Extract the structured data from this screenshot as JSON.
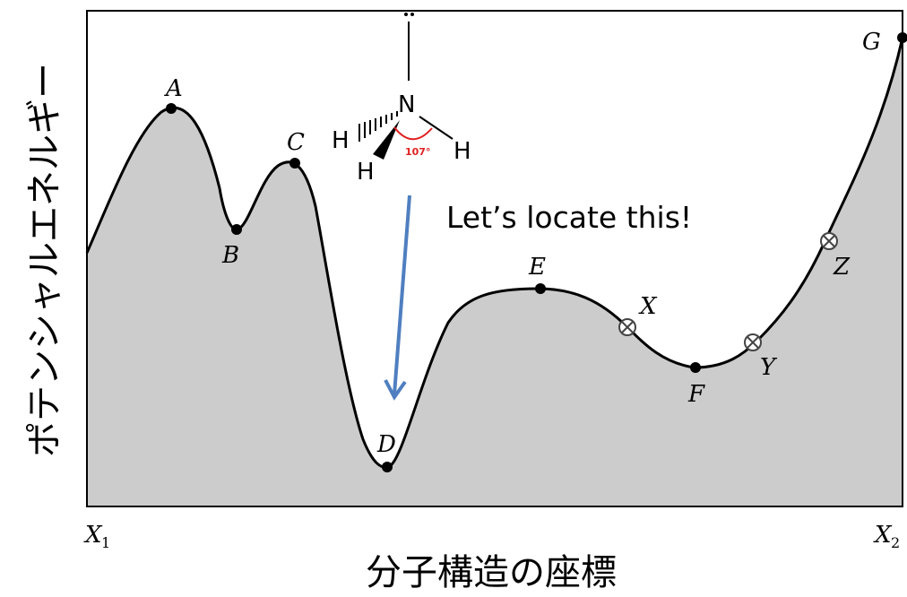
{
  "y_axis_label": "ポテンシャルエネルギー",
  "x_axis_label": "分子構造の座標",
  "x_start_label": "X",
  "x_start_sub": "1",
  "x_end_label": "X",
  "x_end_sub": "2",
  "annotation": "Let’s locate this!",
  "molecule": {
    "atoms": {
      "N": "N",
      "H1": "H",
      "H2": "H",
      "H3": "H"
    },
    "angle": "107°"
  },
  "points": {
    "A": "A",
    "B": "B",
    "C": "C",
    "D": "D",
    "E": "E",
    "F": "F",
    "G": "G",
    "X": "X",
    "Y": "Y",
    "Z": "Z"
  },
  "colors": {
    "fill": "#cccccc",
    "curve": "#000000",
    "arrow": "#4f7fc0",
    "angle": "#e02020"
  }
}
